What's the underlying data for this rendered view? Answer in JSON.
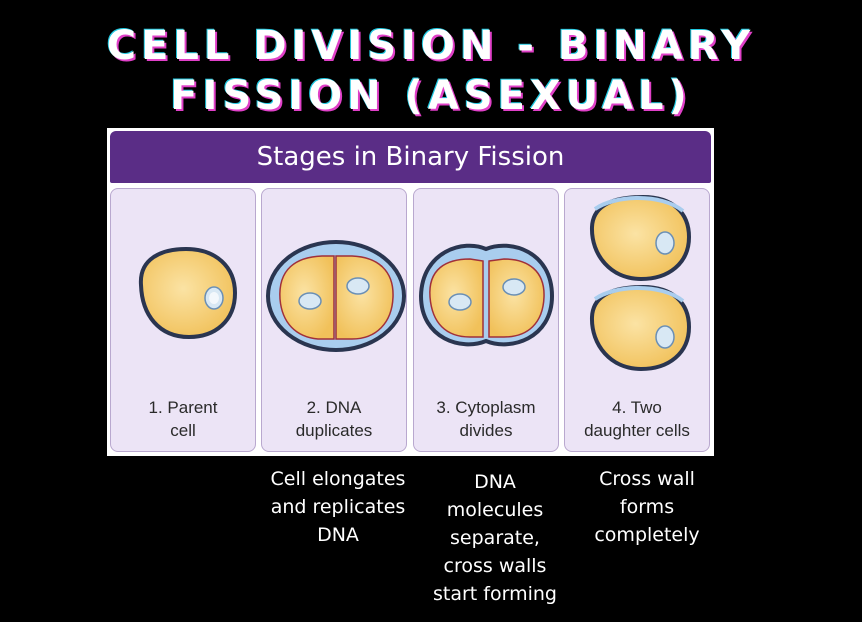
{
  "title": {
    "line1": "CELL DIVISION - BINARY",
    "line2": "FISSION (ASEXUAL)"
  },
  "diagram": {
    "header": "Stages in Binary Fission",
    "stages": [
      {
        "line1": "1. Parent",
        "line2": "cell"
      },
      {
        "line1": "2. DNA",
        "line2": "duplicates"
      },
      {
        "line1": "3. Cytoplasm",
        "line2": "divides"
      },
      {
        "line1": "4. Two",
        "line2": "daughter cells"
      }
    ]
  },
  "captions": {
    "stage2": [
      "Cell elongates",
      "and replicates",
      "DNA"
    ],
    "stage3": [
      "DNA",
      "molecules",
      "separate,",
      "cross walls",
      "start forming"
    ],
    "stage4": [
      "Cross wall",
      "forms",
      "completely"
    ]
  },
  "colors": {
    "background": "#000000",
    "header": "#5a2d86",
    "stage_bg": "#ece4f6",
    "cytoplasm": "#f8d27a",
    "capsule": "#9fc3e8",
    "membrane": "#2a3550",
    "nucleoid": "#d8e8f4"
  }
}
